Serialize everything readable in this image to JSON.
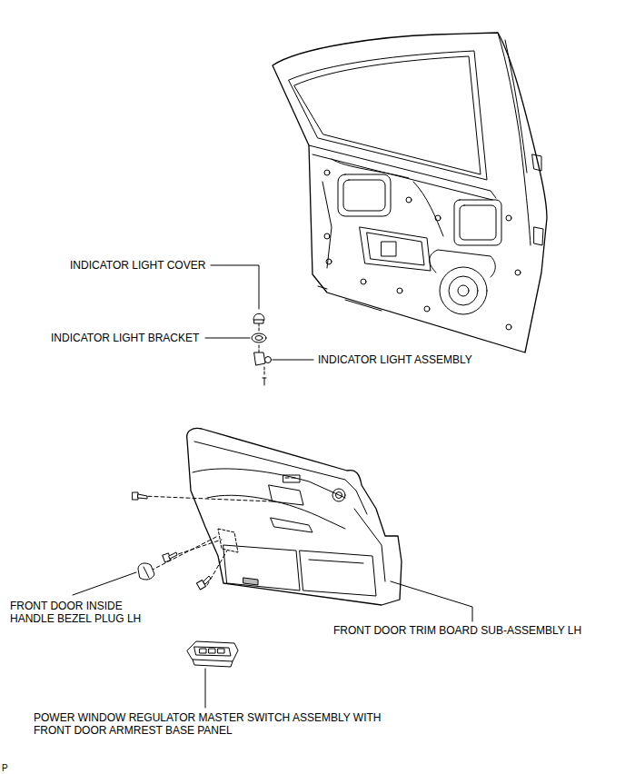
{
  "diagram": {
    "labels": [
      "INDICATOR LIGHT COVER",
      "INDICATOR LIGHT BRACKET",
      "INDICATOR LIGHT ASSEMBLY",
      "FRONT DOOR INSIDE HANDLE BEZEL PLUG LH",
      "FRONT DOOR TRIM BOARD SUB-ASSEMBLY LH",
      "POWER WINDOW REGULATOR MASTER SWITCH ASSEMBLY WITH FRONT DOOR ARMREST BASE PANEL",
      "P"
    ]
  }
}
